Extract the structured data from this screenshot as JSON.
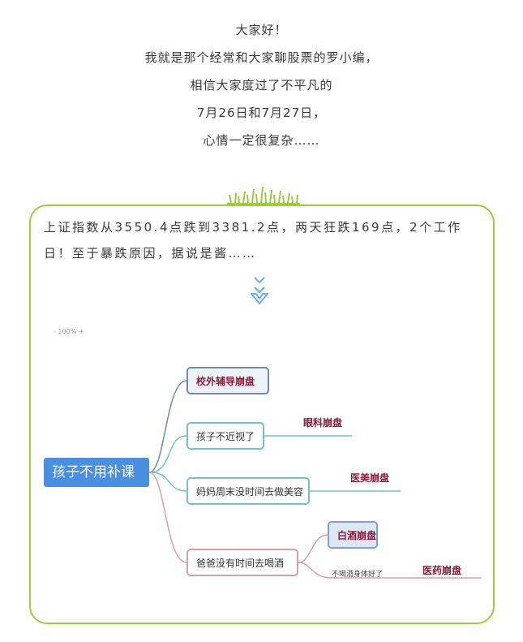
{
  "intro": {
    "lines": [
      "大家好！",
      "我就是那个经常和大家聊股票的罗小编，",
      "相信大家度过了不平凡的",
      "7月26日和7月27日，",
      "心情一定很复杂……"
    ]
  },
  "card": {
    "text": "上证指数从3550.4点跌到3381.2点，两天狂跌169点，2个工作日！至于暴跌原因，据说是酱……"
  },
  "mindmap": {
    "zoom": "- 100% +",
    "root": "孩子不用补课",
    "nodes": [
      "校外辅导崩盘",
      "孩子不近视了",
      "妈妈周末没时间去做美容",
      "爸爸没有时间去喝酒",
      "白酒崩盘"
    ],
    "labels": [
      "眼科崩盘",
      "医美崩盘",
      "医药崩盘"
    ],
    "note": "不喝酒身体好了"
  },
  "colors": {
    "accent_green": "#9ccc3b",
    "root_blue": "#4a90e2",
    "label_red": "#8a1a3a"
  }
}
